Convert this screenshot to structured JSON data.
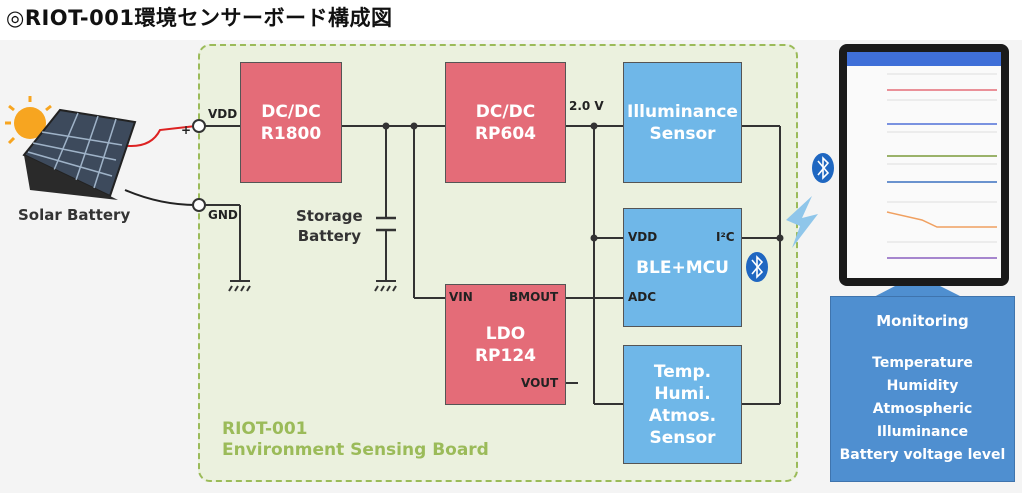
{
  "title": "◎RIOT-001環境センサーボード構成図",
  "solar": {
    "label": "Solar Battery",
    "vdd": "VDD",
    "gnd": "GND",
    "plus": "+"
  },
  "blocks": {
    "dcdc1": {
      "line1": "DC/DC",
      "line2": "R1800"
    },
    "dcdc2": {
      "line1": "DC/DC",
      "line2": "RP604"
    },
    "illum": {
      "line1": "Illuminance",
      "line2": "Sensor"
    },
    "mcu": {
      "label": "BLE+MCU",
      "vdd": "VDD",
      "i2c": "I²C",
      "adc": "ADC"
    },
    "ldo": {
      "line1": "LDO",
      "line2": "RP124",
      "vin": "VIN",
      "bmout": "BMOUT",
      "vout": "VOUT"
    },
    "thp": {
      "line1": "Temp.",
      "line2": "Humi.",
      "line3": "Atmos.",
      "line4": "Sensor"
    }
  },
  "voltage": "2.0 V",
  "storage": {
    "line1": "Storage",
    "line2": "Battery"
  },
  "board": {
    "line1": "RIOT-001",
    "line2": "Environment Sensing Board"
  },
  "monitoring": {
    "title": "Monitoring",
    "items": [
      "Temperature",
      "Humidity",
      "Atmospheric",
      "Illuminance",
      "Battery voltage level"
    ]
  },
  "colors": {
    "red_block": "#e46c78",
    "blue_block": "#6fb7e8",
    "board_bg": "#ebf1de",
    "board_border": "#9bbb59",
    "monitor_bg": "#4f8fd0"
  }
}
